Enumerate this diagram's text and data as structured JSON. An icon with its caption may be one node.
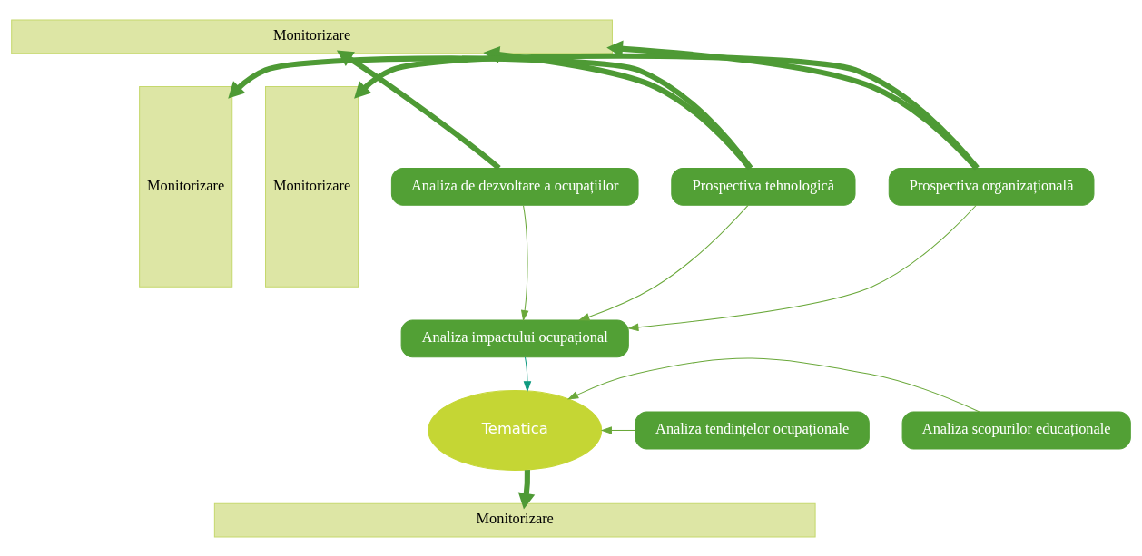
{
  "diagram": {
    "nodes": [
      {
        "text": [
          "Monitorizare"
        ]
      },
      {
        "text": [
          "Monitorizare"
        ]
      },
      {
        "text": [
          "Monitorizare"
        ]
      },
      {
        "text": [
          "Monitorizare"
        ]
      },
      {
        "text": [
          "Prospectiva tehnologică"
        ]
      },
      {
        "text": [
          "Analiza de dezvoltare a ocupațiilor"
        ]
      },
      {
        "text": [
          "Prospectiva organizațională"
        ]
      },
      {
        "text": [
          "Analiza impactului ocupațional"
        ]
      },
      {
        "text": [
          "Analiza tendințelor ocupaționale"
        ]
      },
      {
        "text": [
          "Tematica"
        ]
      },
      {
        "text": [
          "Analiza scopurilor educaționale"
        ]
      }
    ],
    "edges": [
      {
        "from": 4,
        "to": 0,
        "arrow": "to",
        "style": "thick",
        "color": "#4e9a35"
      },
      {
        "from": 4,
        "to": 1,
        "arrow": "to",
        "style": "thick",
        "color": "#4e9a35"
      },
      {
        "from": 5,
        "to": 0,
        "arrow": "to",
        "style": "thick",
        "color": "#4e9a35"
      },
      {
        "from": 6,
        "to": 0,
        "arrow": "to",
        "style": "thick",
        "color": "#4e9a35"
      },
      {
        "from": 6,
        "to": 2,
        "arrow": "to",
        "style": "thick",
        "color": "#4e9a35"
      },
      {
        "from": 5,
        "to": 7,
        "arrow": "to"
      },
      {
        "from": 4,
        "to": 7,
        "arrow": "to"
      },
      {
        "from": 6,
        "to": 7,
        "arrow": "to"
      },
      {
        "from": 7,
        "to": 9,
        "arrow": "to",
        "color": "#0f9a80"
      },
      {
        "from": 8,
        "to": 9,
        "arrow": "to"
      },
      {
        "from": 10,
        "to": 9,
        "arrow": "to"
      },
      {
        "from": 9,
        "to": 3,
        "arrow": "to",
        "style": "thick",
        "color": "#4e9a35"
      }
    ]
  }
}
